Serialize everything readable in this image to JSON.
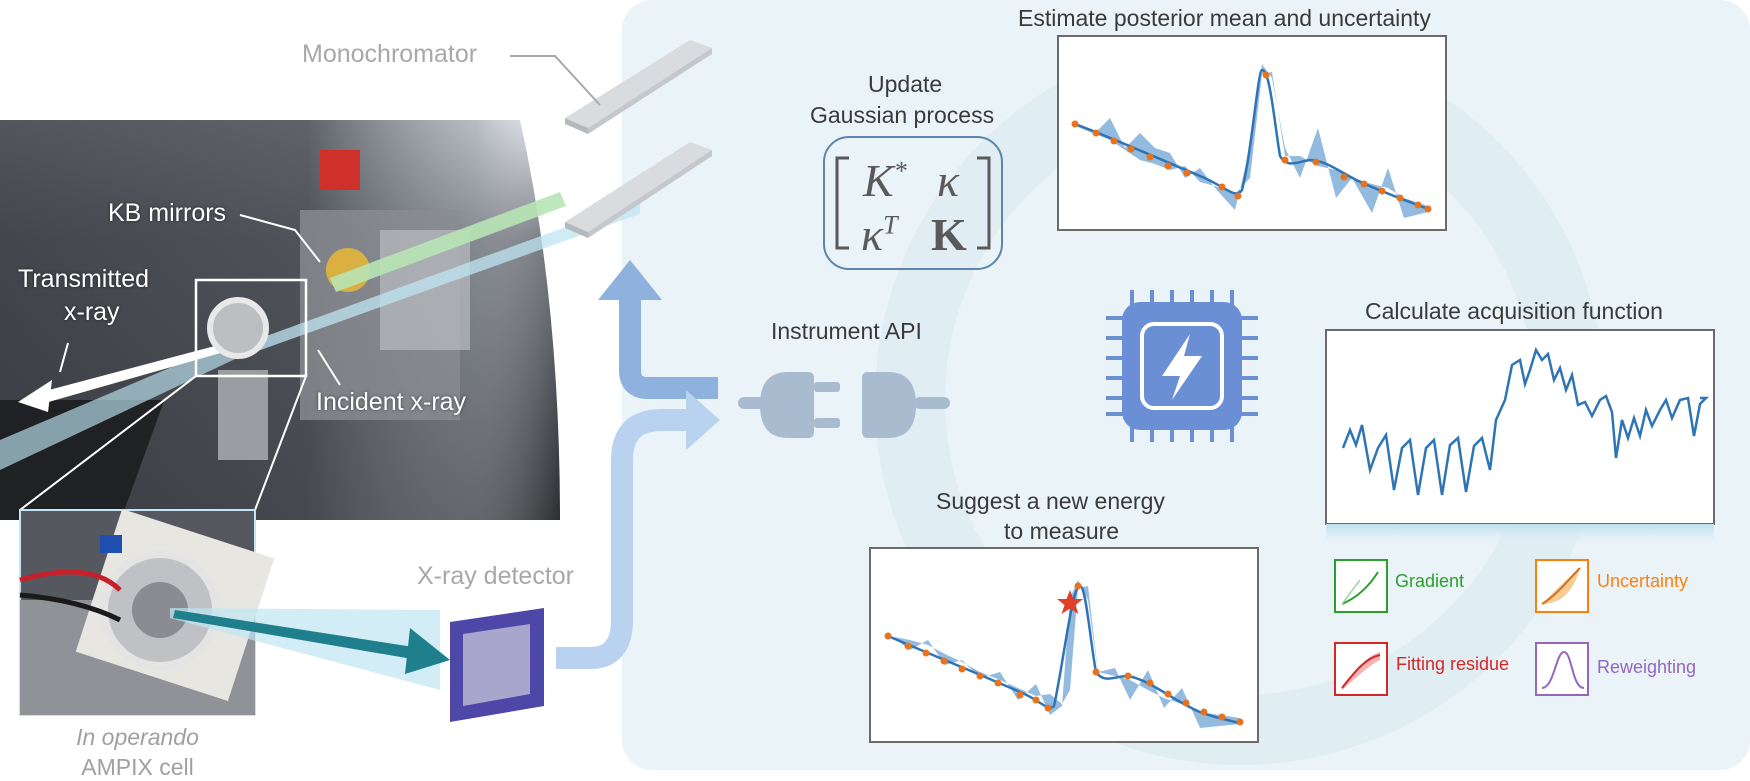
{
  "labels": {
    "monochromator": "Monochromator",
    "kb_mirrors": "KB mirrors",
    "transmitted_1": "Transmitted",
    "transmitted_2": "x-ray",
    "incident": "Incident x-ray",
    "xray_detector": "X-ray detector",
    "instrument_api": "Instrument API",
    "caption_1": "In operando",
    "caption_2": "AMPIX cell"
  },
  "steps": {
    "posterior": "Estimate posterior mean and uncertainty",
    "gp_1": "Update",
    "gp_2": "Gaussian process",
    "acquisition": "Calculate acquisition function",
    "suggest_1": "Suggest a new energy",
    "suggest_2": "to measure"
  },
  "matrix": {
    "k_star": "K*",
    "kappa": "κ",
    "kappa_t": "κT",
    "big_k": "K"
  },
  "legend": [
    {
      "label": "Gradient",
      "color": "#2ca02c"
    },
    {
      "label": "Uncertainty",
      "color": "#ff7f0e"
    },
    {
      "label": "Fitting residue",
      "color": "#d62728"
    },
    {
      "label": "Reweighting",
      "color": "#9467bd"
    }
  ],
  "colors": {
    "panel_bg": "#eaf3f8",
    "flow_arrow": "#8fb1de",
    "curve": "#2f74b5",
    "band": "#6fa4d4",
    "points": "#e8731c",
    "chip": "#6b8fd4",
    "star": "#e0402a"
  },
  "icons": [
    "plug-icon",
    "chip-lightning-icon",
    "star-icon"
  ]
}
